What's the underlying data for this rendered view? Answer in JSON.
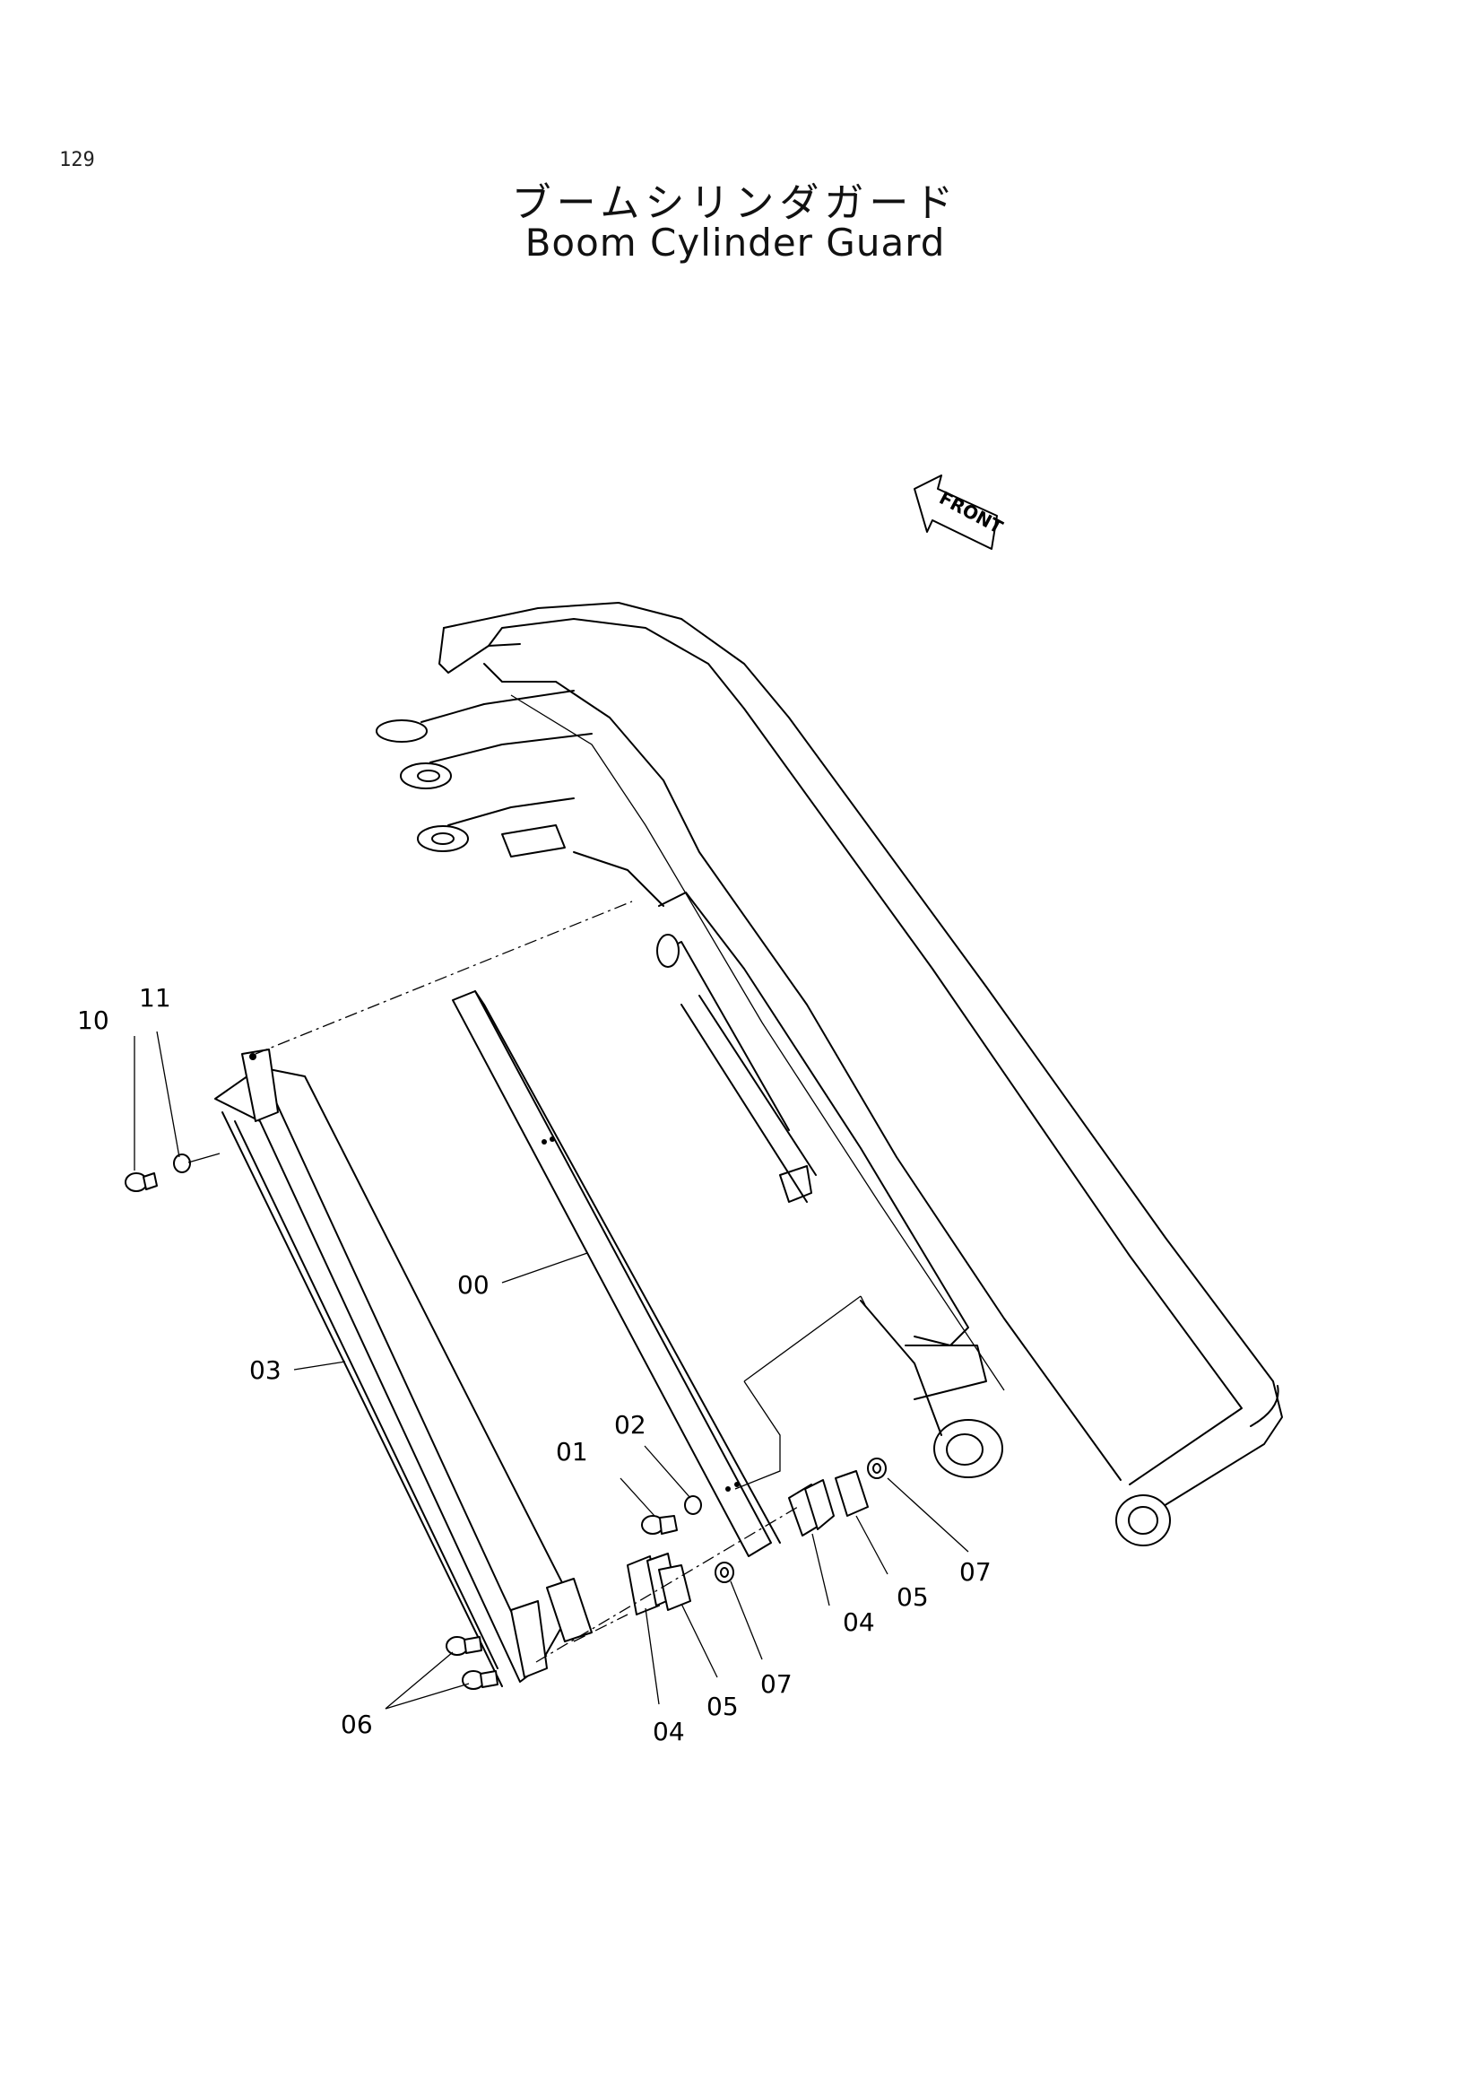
{
  "page_number": "129",
  "title_jp": "ブームシリンダガード",
  "title_en": "Boom Cylinder Guard",
  "front_label": "FRONT",
  "callouts": {
    "c00": "00",
    "c01": "01",
    "c02": "02",
    "c03": "03",
    "c04a": "04",
    "c04b": "04",
    "c05a": "05",
    "c05b": "05",
    "c06": "06",
    "c07a": "07",
    "c07b": "07",
    "c10": "10",
    "c11": "11"
  }
}
